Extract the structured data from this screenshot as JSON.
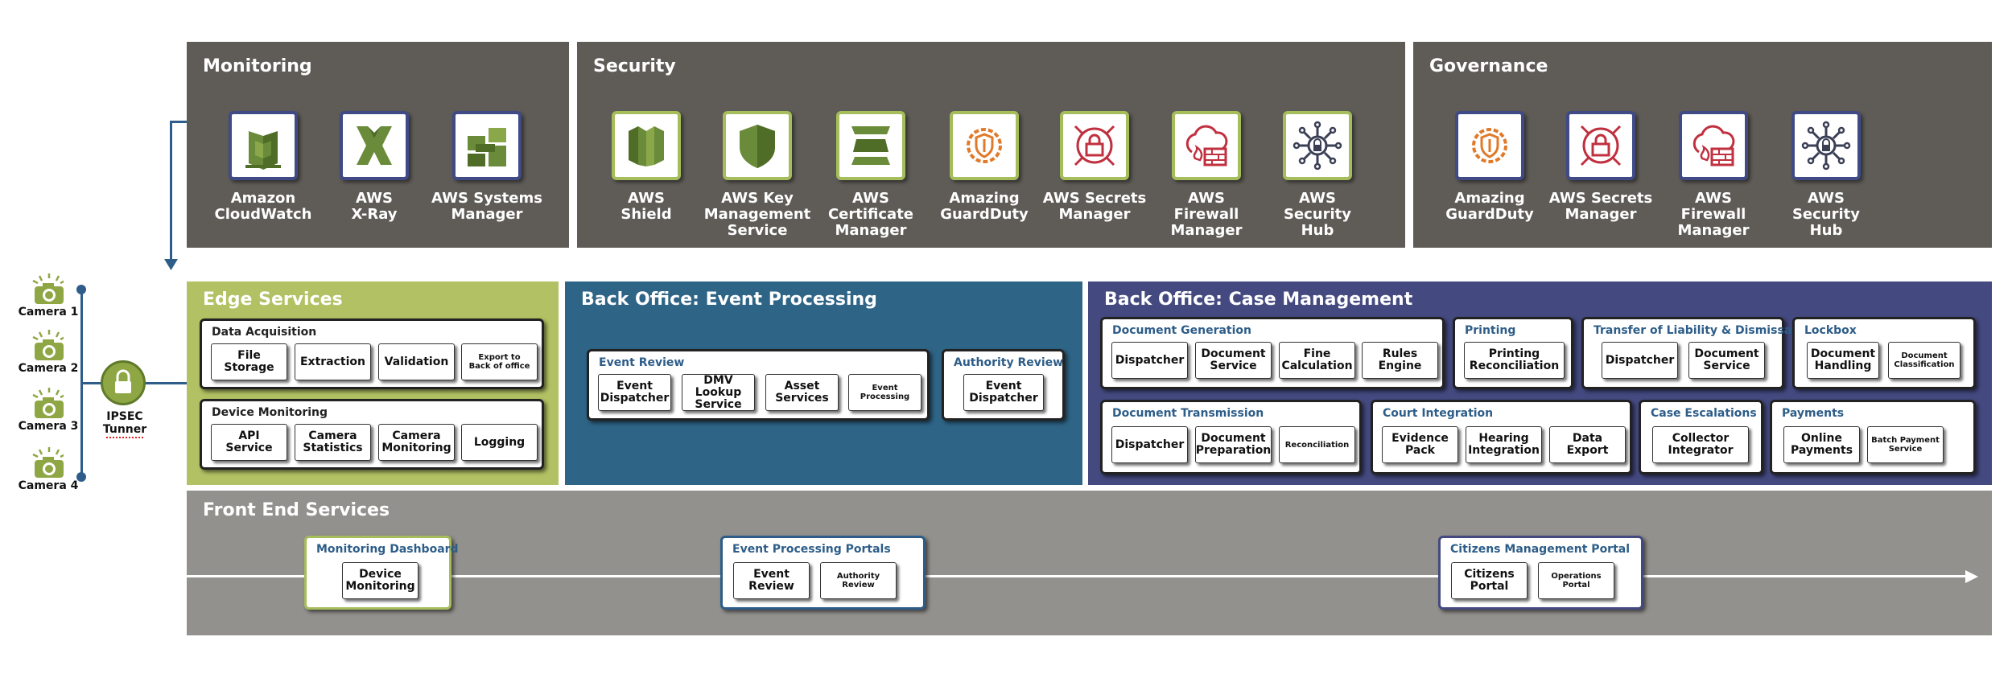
{
  "monitoring": {
    "title": "Monitoring",
    "items": [
      {
        "label": "Amazon\nCloudWatch",
        "icon": "cloudwatch-icon"
      },
      {
        "label": "AWS\nX-Ray",
        "icon": "xray-icon"
      },
      {
        "label": "AWS Systems\nManager",
        "icon": "systems-manager-icon"
      }
    ]
  },
  "security": {
    "title": "Security",
    "items": [
      {
        "label": "AWS\nShield",
        "icon": "shield-icon"
      },
      {
        "label": "AWS Key\nManagement\nService",
        "icon": "kms-icon"
      },
      {
        "label": "AWS\nCertificate\nManager",
        "icon": "certificate-manager-icon"
      },
      {
        "label": "Amazing\nGuardDuty",
        "icon": "guardduty-icon"
      },
      {
        "label": "AWS Secrets\nManager",
        "icon": "secrets-manager-icon"
      },
      {
        "label": "AWS\nFirewall\nManager",
        "icon": "firewall-manager-icon"
      },
      {
        "label": "AWS\nSecurity\nHub",
        "icon": "security-hub-icon"
      }
    ]
  },
  "governance": {
    "title": "Governance",
    "items": [
      {
        "label": "Amazing\nGuardDuty",
        "icon": "guardduty-icon"
      },
      {
        "label": "AWS Secrets\nManager",
        "icon": "secrets-manager-icon"
      },
      {
        "label": "AWS\nFirewall\nManager",
        "icon": "firewall-manager-icon"
      },
      {
        "label": "AWS\nSecurity\nHub",
        "icon": "security-hub-icon"
      }
    ]
  },
  "cameras": {
    "items": [
      "Camera 1",
      "Camera 2",
      "Camera 3",
      "Camera 4"
    ],
    "ipsec_label": "IPSEC\nTunner",
    "icon": "camera-icon",
    "lock_icon": "lock-icon"
  },
  "edge": {
    "title": "Edge Services",
    "data_acquisition": {
      "title": "Data Acquisition",
      "cards": [
        "File\nStorage",
        "Extraction",
        "Validation",
        "Export to\nBack of office"
      ]
    },
    "device_monitoring": {
      "title": "Device Monitoring",
      "cards": [
        "API\nService",
        "Camera\nStatistics",
        "Camera\nMonitoring",
        "Logging"
      ]
    }
  },
  "event_processing": {
    "title": "Back Office: Event Processing",
    "event_review": {
      "title": "Event Review",
      "cards": [
        "Event\nDispatcher",
        "DMV Lookup\nService",
        "Asset\nServices",
        "Event\nProcessing"
      ]
    },
    "authority_review": {
      "title": "Authority Review",
      "cards": [
        "Event\nDispatcher"
      ]
    }
  },
  "case_management": {
    "title": "Back Office: Case Management",
    "document_generation": {
      "title": "Document Generation",
      "cards": [
        "Dispatcher",
        "Document\nService",
        "Fine\nCalculation",
        "Rules\nEngine"
      ]
    },
    "printing": {
      "title": "Printing",
      "cards": [
        "Printing\nReconciliation"
      ]
    },
    "transfer": {
      "title": "Transfer of Liability & Dismissals",
      "cards": [
        "Dispatcher",
        "Document\nService"
      ]
    },
    "lockbox": {
      "title": "Lockbox",
      "cards": [
        "Document\nHandling",
        "Document\nClassification"
      ]
    },
    "document_transmission": {
      "title": "Document Transmission",
      "cards": [
        "Dispatcher",
        "Document\nPreparation",
        "Reconciliation"
      ]
    },
    "court_integration": {
      "title": "Court Integration",
      "cards": [
        "Evidence\nPack",
        "Hearing\nIntegration",
        "Data Export"
      ]
    },
    "case_escalations": {
      "title": "Case Escalations",
      "cards": [
        "Collector\nIntegrator"
      ]
    },
    "payments": {
      "title": "Payments",
      "cards": [
        "Online\nPayments",
        "Batch Payment\nService"
      ]
    }
  },
  "front_end": {
    "title": "Front End Services",
    "monitoring_dashboard": {
      "title": "Monitoring Dashboard",
      "cards": [
        "Device\nMonitoring"
      ]
    },
    "event_portals": {
      "title": "Event Processing Portals",
      "cards": [
        "Event\nReview",
        "Authority\nReview"
      ]
    },
    "citizens_portal": {
      "title": "Citizens Management Portal",
      "cards": [
        "Citizens\nPortal",
        "Operations\nPortal"
      ]
    }
  },
  "colors": {
    "dark_panel": "#5f5c57",
    "edge_green": "#b1c163",
    "event_teal": "#2e6486",
    "case_navy": "#444a80",
    "front_grey": "#93918d",
    "accent_blue": "#2d5d88"
  }
}
